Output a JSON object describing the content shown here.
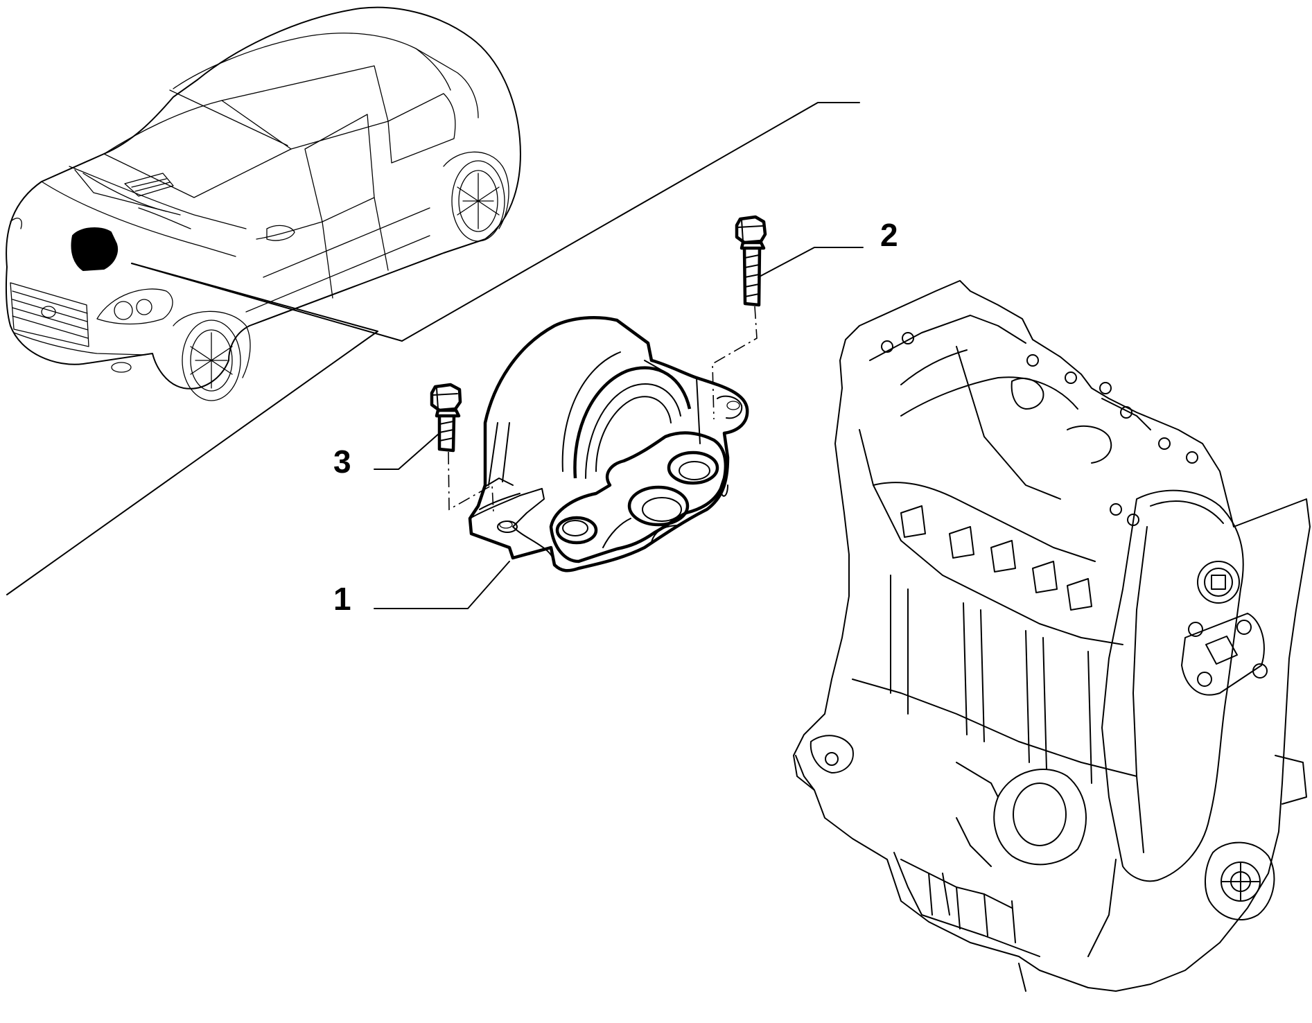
{
  "callouts": [
    {
      "number": "1",
      "part": "engine-mount"
    },
    {
      "number": "2",
      "part": "long-flange-bolt"
    },
    {
      "number": "3",
      "part": "short-flange-bolt"
    }
  ],
  "colors": {
    "line": "#000000",
    "background": "#ffffff",
    "highlight": "#000000"
  }
}
